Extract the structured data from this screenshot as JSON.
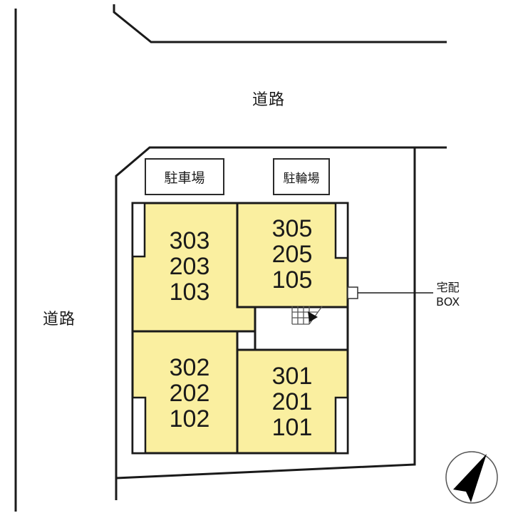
{
  "map": {
    "roads": {
      "north_label": "道路",
      "west_label": "道路"
    },
    "facilities": {
      "parking_label": "駐車場",
      "bicycle_parking_label": "駐輪場",
      "delivery_box_label_line1": "宅配",
      "delivery_box_label_line2": "BOX"
    },
    "units": [
      {
        "id": "west-north",
        "rooms": [
          "303",
          "203",
          "103"
        ]
      },
      {
        "id": "east-north",
        "rooms": [
          "305",
          "205",
          "105"
        ]
      },
      {
        "id": "west-south",
        "rooms": [
          "302",
          "202",
          "102"
        ]
      },
      {
        "id": "east-south",
        "rooms": [
          "301",
          "201",
          "101"
        ]
      }
    ],
    "colors": {
      "unit_fill": "#FAEFA0",
      "line": "#1a1a1a"
    },
    "compass": {
      "icon": "north-arrow-icon"
    }
  }
}
